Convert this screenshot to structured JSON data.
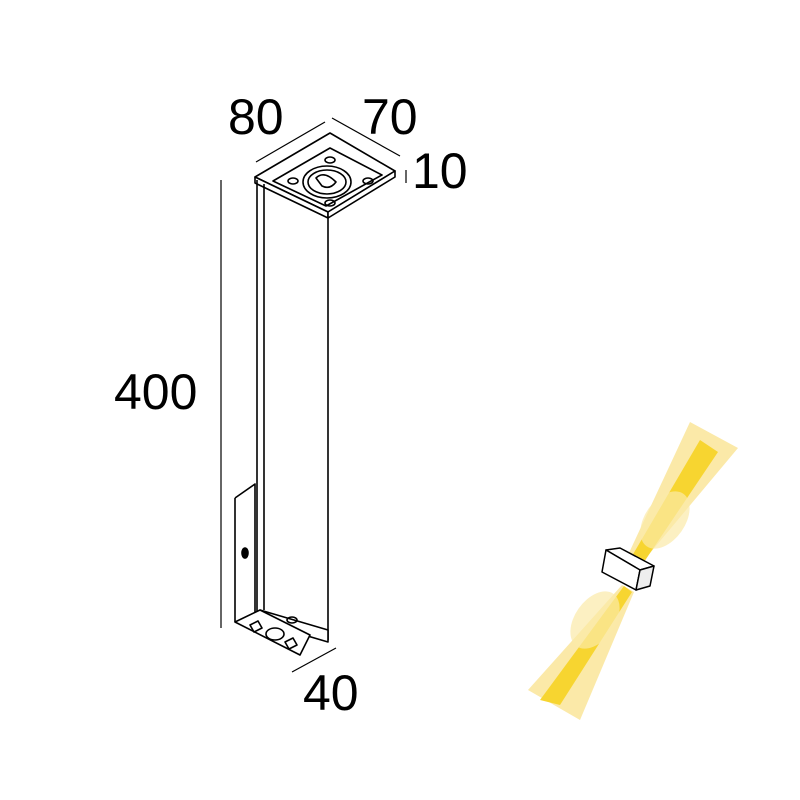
{
  "dimensions": {
    "width": "80",
    "depth": "70",
    "top_thickness": "10",
    "height": "400",
    "base": "40"
  },
  "colors": {
    "line": "#000000",
    "beam": "#f7d530",
    "beam_light": "#fbe9a8"
  },
  "icons": [
    "luminaire-drawing",
    "up-down-light-beam-icon"
  ]
}
